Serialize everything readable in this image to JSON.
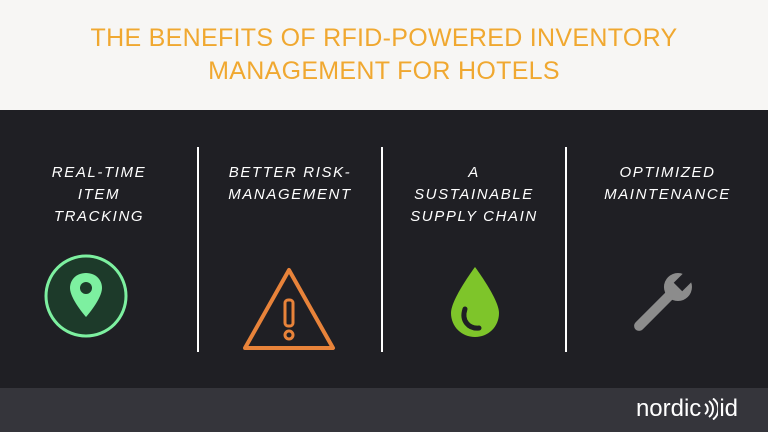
{
  "title": "THE BENEFITS OF RFID-POWERED INVENTORY MANAGEMENT FOR HOTELS",
  "columns": [
    {
      "label": "REAL-TIME\nITEM\nTRACKING",
      "icon": "location-pin-icon",
      "color": "#7df0a0"
    },
    {
      "label": "BETTER RISK-\nMANAGEMENT",
      "icon": "warning-icon",
      "color": "#e8833a"
    },
    {
      "label": "A\nSUSTAINABLE\nSUPPLY CHAIN",
      "icon": "water-drop-icon",
      "color": "#7ec52a"
    },
    {
      "label": "OPTIMIZED\nMAINTENANCE",
      "icon": "wrench-icon",
      "color": "#8c8c8c"
    }
  ],
  "logo": {
    "part1": "nordic",
    "part2": "id"
  }
}
